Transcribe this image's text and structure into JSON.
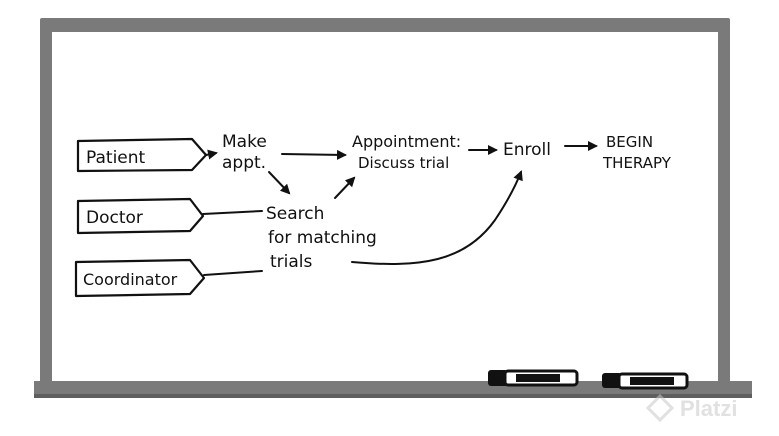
{
  "diagram": {
    "roles": {
      "patient": "Patient",
      "doctor": "Doctor",
      "coordinator": "Coordinator"
    },
    "steps": {
      "make_appt_line1": "Make",
      "make_appt_line2": "appt.",
      "appointment_line1": "Appointment:",
      "appointment_line2": "Discuss trial",
      "search_line1": "Search",
      "search_line2": "for matching",
      "search_line3": "trials",
      "enroll": "Enroll",
      "begin_line1": "BEGIN",
      "begin_line2": "THERAPY"
    }
  },
  "watermark": {
    "brand": "Platzi"
  },
  "colors": {
    "frame": "#7a7a7a",
    "frame_dark": "#5e5e5e",
    "ink": "#111111",
    "board": "#ffffff",
    "watermark": "#c9c9c9"
  },
  "icons": {
    "marker": "marker-icon",
    "brand": "platzi-logo-icon"
  }
}
